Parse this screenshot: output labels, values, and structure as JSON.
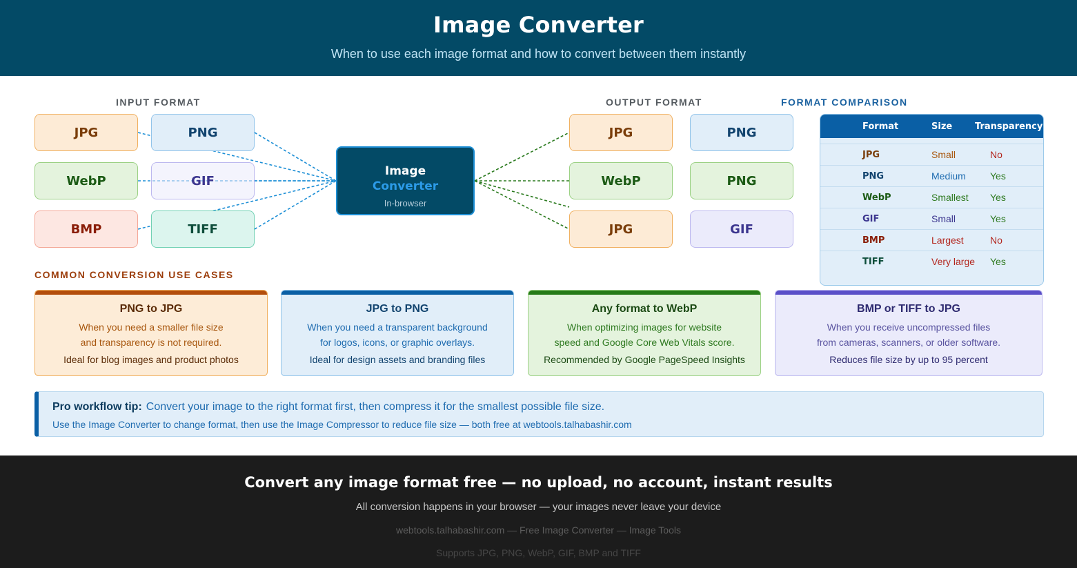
{
  "header": {
    "title": "Image Converter",
    "subtitle": "When to use each image format and how to convert between them instantly"
  },
  "labels": {
    "input": "INPUT FORMAT",
    "output": "OUTPUT FORMAT",
    "comparison": "FORMAT COMPARISON",
    "use_cases": "COMMON CONVERSION USE CASES"
  },
  "input_formats": [
    "JPG",
    "PNG",
    "WebP",
    "GIF",
    "BMP",
    "TIFF"
  ],
  "converter": {
    "line1": "Image",
    "line2": "Converter",
    "line3": "In-browser"
  },
  "output_formats": [
    "JPG",
    "PNG",
    "WebP",
    "PNG",
    "JPG",
    "GIF"
  ],
  "comparison_table": {
    "headers": [
      "Format",
      "Size",
      "Transparency"
    ],
    "rows": [
      {
        "format": "JPG",
        "size": "Small",
        "transparency": "No"
      },
      {
        "format": "PNG",
        "size": "Medium",
        "transparency": "Yes"
      },
      {
        "format": "WebP",
        "size": "Smallest",
        "transparency": "Yes"
      },
      {
        "format": "GIF",
        "size": "Small",
        "transparency": "Yes"
      },
      {
        "format": "BMP",
        "size": "Largest",
        "transparency": "No"
      },
      {
        "format": "TIFF",
        "size": "Very large",
        "transparency": "Yes"
      }
    ]
  },
  "use_cases": [
    {
      "title": "PNG to JPG",
      "line1": "When you need a smaller file size",
      "line2": "and transparency is not required.",
      "note": "Ideal for blog images and product photos"
    },
    {
      "title": "JPG to PNG",
      "line1": "When you need a transparent background",
      "line2": "for logos, icons, or graphic overlays.",
      "note": "Ideal for design assets and branding files"
    },
    {
      "title": "Any format to WebP",
      "line1": "When optimizing images for website",
      "line2": "speed and Google Core Web Vitals score.",
      "note": "Recommended by Google PageSpeed Insights"
    },
    {
      "title": "BMP or TIFF to JPG",
      "line1": "When you receive uncompressed files",
      "line2": "from cameras, scanners, or older software.",
      "note": "Reduces file size by up to 95 percent"
    }
  ],
  "tip": {
    "label": "Pro workflow tip:",
    "text": "Convert your image to the right format first, then compress it for the smallest possible file size.",
    "line2": "Use the Image Converter to change format, then use the Image Compressor to reduce file size — both free at webtools.talhabashir.com"
  },
  "footer": {
    "headline": "Convert any image format free — no upload, no account, instant results",
    "line1": "All conversion happens in your browser — your images never leave your device",
    "line2": "webtools.talhabashir.com — Free Image Converter — Image Tools",
    "line3": "Supports JPG, PNG, WebP, GIF, BMP and TIFF"
  },
  "colors": {
    "header_bg": "#034a66",
    "input_lines": "#1d8fd6",
    "output_lines": "#2a7a1e",
    "yes": "#2f7a21",
    "no": "#b3261e"
  }
}
